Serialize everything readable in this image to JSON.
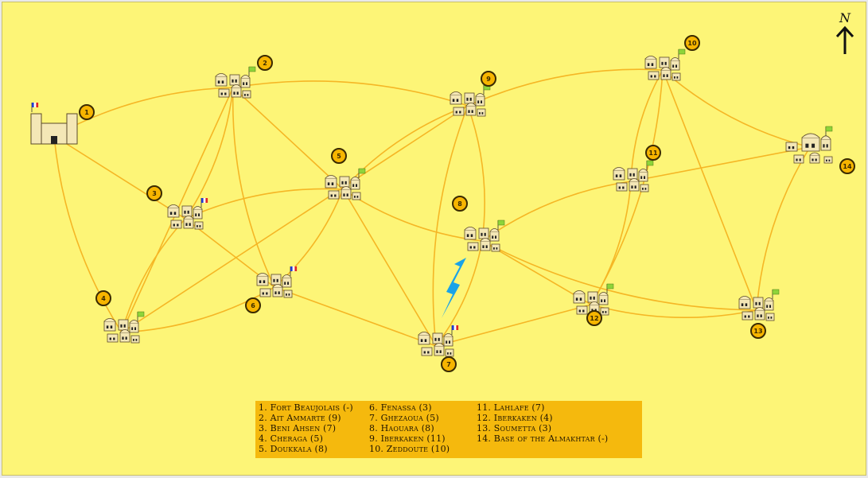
{
  "compass": {
    "label": "N"
  },
  "locations": [
    {
      "num": "1",
      "name": "Fort Beaujolais",
      "strength": "(-)",
      "flag": "french",
      "kind": "fort"
    },
    {
      "num": "2",
      "name": "Ait Ammarte",
      "strength": "(9)",
      "flag": "green",
      "kind": "village"
    },
    {
      "num": "3",
      "name": "Beni Ahsen",
      "strength": "(7)",
      "flag": "french",
      "kind": "village"
    },
    {
      "num": "4",
      "name": "Cheraga",
      "strength": "(5)",
      "flag": "green",
      "kind": "village"
    },
    {
      "num": "5",
      "name": "Doukkala",
      "strength": "(8)",
      "flag": "green",
      "kind": "village"
    },
    {
      "num": "6",
      "name": "Fenassa",
      "strength": "(3)",
      "flag": "french",
      "kind": "village"
    },
    {
      "num": "7",
      "name": "Ghezaoua",
      "strength": "(5)",
      "flag": "french",
      "kind": "village"
    },
    {
      "num": "8",
      "name": "Haouara",
      "strength": "(8)",
      "flag": "green",
      "kind": "village"
    },
    {
      "num": "9",
      "name": "Iberkaken",
      "strength": "(11)",
      "flag": "green",
      "kind": "village"
    },
    {
      "num": "10",
      "name": "Zeddoute",
      "strength": "(10)",
      "flag": "green",
      "kind": "village"
    },
    {
      "num": "11",
      "name": "Lahlafe",
      "strength": "(7)",
      "flag": "green",
      "kind": "village"
    },
    {
      "num": "12",
      "name": "Iberkaken",
      "strength": "(4)",
      "flag": "green",
      "kind": "village"
    },
    {
      "num": "13",
      "name": "Soumetta",
      "strength": "(3)",
      "flag": "green",
      "kind": "village"
    },
    {
      "num": "14",
      "name": "Base of the Almakhtar",
      "strength": "(-)",
      "flag": "green",
      "kind": "base"
    }
  ],
  "legend": {
    "col1": [
      "1. Fort Beaujolais (-)",
      "2. Ait Ammarte (9)",
      "3. Beni Ahsen (7)",
      "4. Cheraga (5)",
      "5. Doukkala (8)"
    ],
    "col2": [
      "6. Fenassa (3)",
      "7. Ghezaoua (5)",
      "8. Haouara (8)",
      "9. Iberkaken (11)",
      "10. Zeddoute (10)"
    ],
    "col3": [
      "11. Lahlafe (7)",
      "12. Iberkaken (4)",
      "13. Soumetta (3)",
      "14. Base of the Almakhtar (-)"
    ]
  },
  "routes": [
    [
      "1",
      "2"
    ],
    [
      "1",
      "3"
    ],
    [
      "1",
      "4"
    ],
    [
      "2",
      "3"
    ],
    [
      "2",
      "5"
    ],
    [
      "2",
      "6"
    ],
    [
      "2",
      "9"
    ],
    [
      "2",
      "4"
    ],
    [
      "3",
      "4"
    ],
    [
      "3",
      "5"
    ],
    [
      "3",
      "6"
    ],
    [
      "4",
      "6"
    ],
    [
      "5",
      "6"
    ],
    [
      "5",
      "7"
    ],
    [
      "5",
      "8"
    ],
    [
      "5",
      "9"
    ],
    [
      "6",
      "7"
    ],
    [
      "7",
      "8"
    ],
    [
      "7",
      "9"
    ],
    [
      "7",
      "12"
    ],
    [
      "8",
      "9"
    ],
    [
      "8",
      "11"
    ],
    [
      "8",
      "12"
    ],
    [
      "8",
      "13"
    ],
    [
      "9",
      "10"
    ],
    [
      "9",
      "4"
    ],
    [
      "10",
      "11"
    ],
    [
      "10",
      "12"
    ],
    [
      "10",
      "13"
    ],
    [
      "10",
      "14"
    ],
    [
      "11",
      "12"
    ],
    [
      "11",
      "14"
    ],
    [
      "12",
      "13"
    ],
    [
      "13",
      "14"
    ]
  ],
  "colors": {
    "background": "#fdf577",
    "route": "#f5b625",
    "badge": "#f7b500",
    "legend": "#f5b90d",
    "bolt": "#1aa3e8",
    "flag_green": "#8ed43a"
  },
  "bolt": {
    "icon": "lightning-bolt-icon"
  }
}
